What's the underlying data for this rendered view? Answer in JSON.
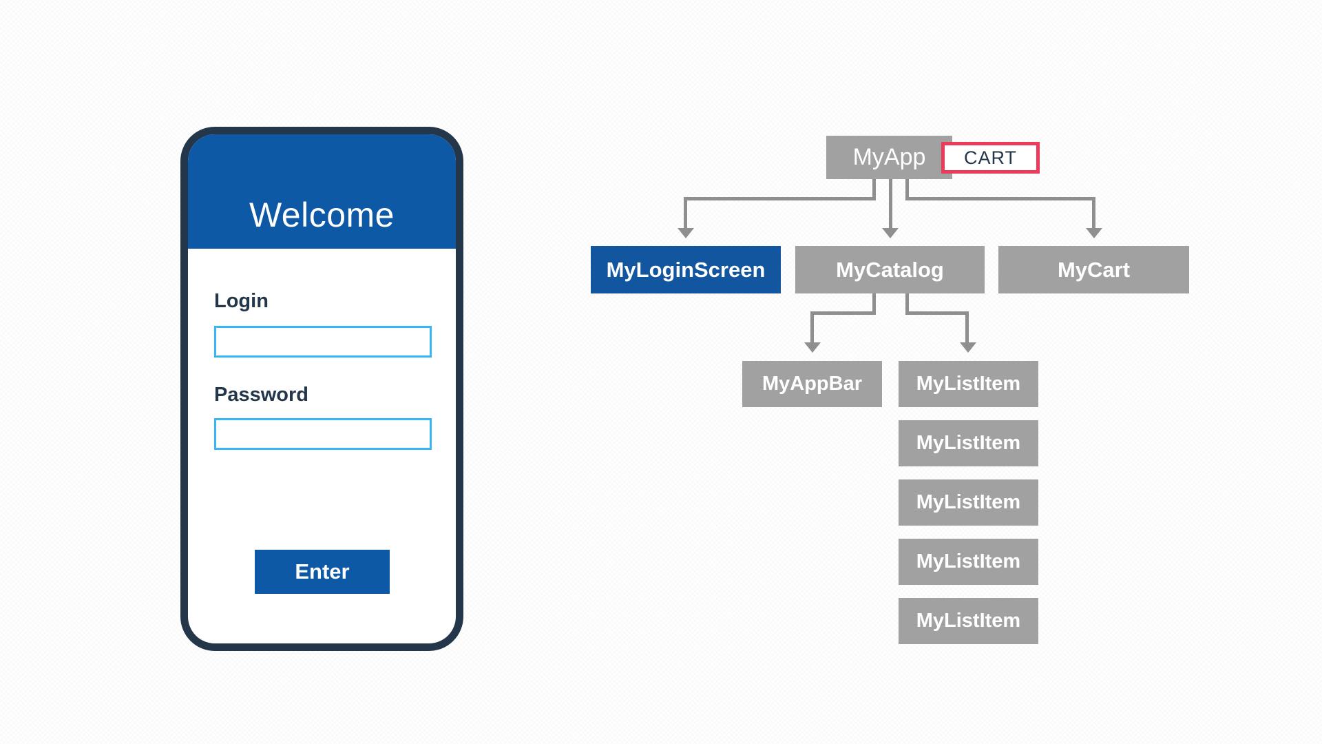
{
  "phone": {
    "title": "Welcome",
    "login_label": "Login",
    "login_value": "",
    "password_label": "Password",
    "password_value": "",
    "enter_label": "Enter"
  },
  "diagram": {
    "root_label": "MyApp",
    "cart_badge": "CART",
    "children": [
      {
        "label": "MyLoginScreen",
        "highlighted": true
      },
      {
        "label": "MyCatalog",
        "highlighted": false
      },
      {
        "label": "MyCart",
        "highlighted": false
      }
    ],
    "catalog_children": [
      {
        "label": "MyAppBar"
      },
      {
        "label": "MyListItem"
      }
    ],
    "extra_list_items": [
      "MyListItem",
      "MyListItem",
      "MyListItem",
      "MyListItem"
    ]
  },
  "colors": {
    "primary_blue": "#0e59a6",
    "highlight_node_blue": "#11569e",
    "navy_text": "#24374a",
    "node_gray": "#a1a1a1",
    "connector_gray": "#8f8f8f",
    "cart_border_red": "#ee3a5a",
    "field_border_blue": "#35b7f3"
  }
}
